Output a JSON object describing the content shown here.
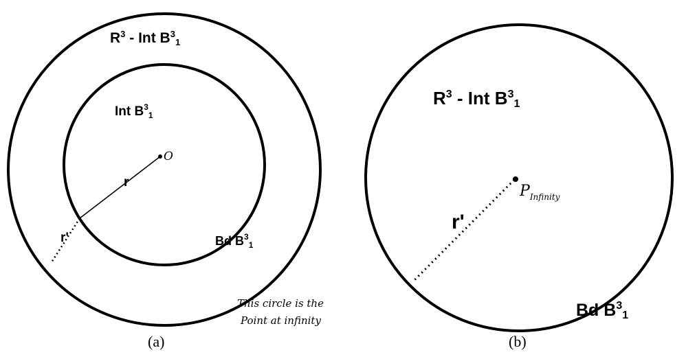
{
  "panel_a": {
    "outer_region_label": {
      "base": "R",
      "sup": "3",
      "mid": " - Int B",
      "sup2": "3",
      "sub": "1"
    },
    "inner_region_label": {
      "base": "Int B",
      "sup": "3",
      "sub": "1"
    },
    "center_label": "O",
    "radius_label": "r",
    "extension_label": "r'",
    "boundary_label": {
      "base": "Bd B",
      "sup": "3",
      "sub": "1"
    },
    "note_line1": "This circle is the",
    "note_line2": "Point at infinity",
    "caption": "(a)"
  },
  "panel_b": {
    "region_label": {
      "base": "R",
      "sup": "3",
      "mid": " - Int B",
      "sup2": "3",
      "sub": "1"
    },
    "point_label": {
      "base": "P",
      "sub": "Infinity"
    },
    "distance_label": "r'",
    "boundary_label": {
      "base": "Bd B",
      "sup": "3",
      "sub": "1"
    },
    "caption": "(b)"
  },
  "colors": {
    "stroke": "#000000",
    "background": "#ffffff"
  }
}
